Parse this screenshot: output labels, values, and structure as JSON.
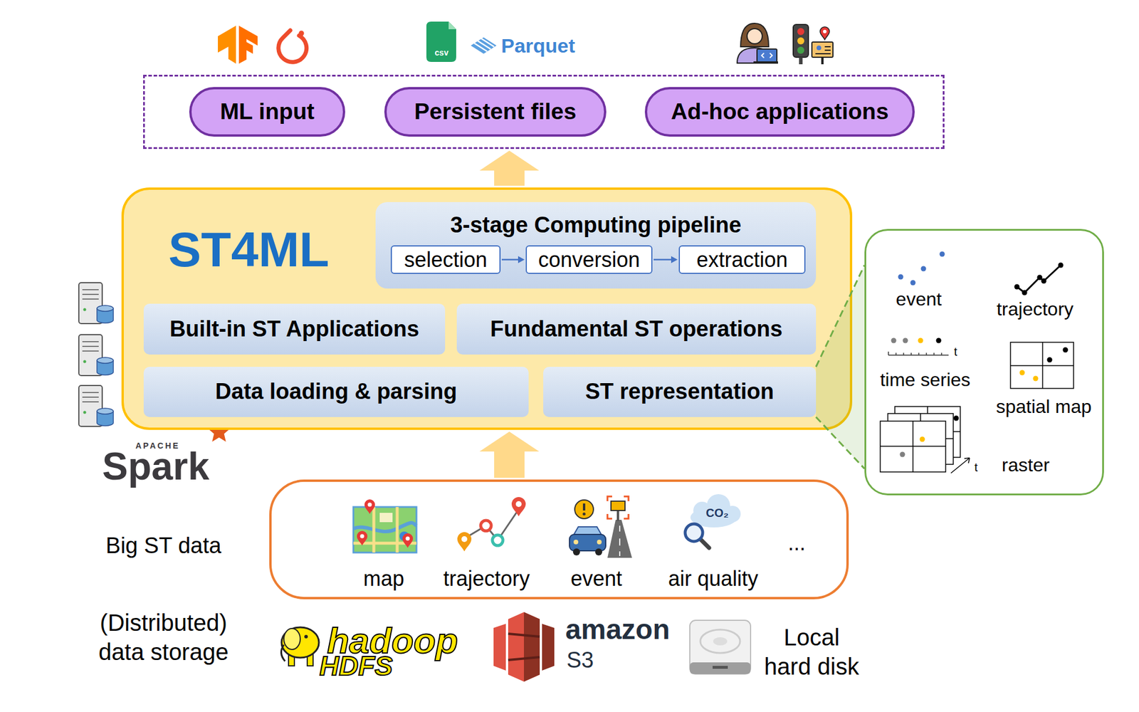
{
  "diagram": {
    "nodes": [
      {
        "text": []
      },
      {
        "text": [
          "ML input"
        ],
        "in": 0
      },
      {
        "text": [
          "Persistent files"
        ],
        "in": 0
      },
      {
        "text": [
          "Ad-hoc applications"
        ],
        "in": 0
      },
      {
        "text": [
          "ST4ML"
        ]
      },
      {
        "text": [
          "3-stage Computing pipeline"
        ],
        "in": 4
      },
      {
        "text": [
          "selection"
        ],
        "in": 5
      },
      {
        "text": [
          "conversion"
        ],
        "in": 5
      },
      {
        "text": [
          "extraction"
        ],
        "in": 5
      },
      {
        "text": [
          "Built-in ST Applications"
        ],
        "in": 4
      },
      {
        "text": [
          "Fundamental ST operations"
        ],
        "in": 4
      },
      {
        "text": [
          "Data loading & parsing"
        ],
        "in": 4
      },
      {
        "text": [
          "ST representation"
        ],
        "in": 4
      },
      {
        "text": [
          "event",
          "trajectory",
          "time series",
          "spatial map",
          "raster"
        ]
      },
      {
        "text": [
          "Big ST data",
          "map",
          "trajectory",
          "event",
          "air quality",
          "..."
        ]
      }
    ],
    "edges": [
      {
        "from": 6,
        "to": 7,
        "arrow": "to"
      },
      {
        "from": 7,
        "to": 8,
        "arrow": "to"
      },
      {
        "from": 14,
        "to": 4,
        "arrow": "to"
      },
      {
        "from": 4,
        "to": 0,
        "arrow": "to"
      },
      {
        "from": 12,
        "to": 13,
        "arrow": "none"
      }
    ],
    "labels": [
      "csv",
      "Parquet",
      "APACHE",
      "Spark",
      "t",
      "t",
      "CO₂",
      "(Distributed) data storage",
      "hadoop",
      "HDFS",
      "amazon",
      "S3",
      "Local hard disk"
    ]
  }
}
